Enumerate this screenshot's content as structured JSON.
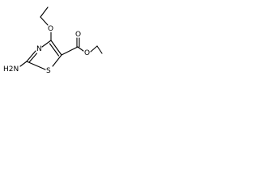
{
  "molecule": {
    "atoms": {
      "ring_s": "S",
      "ring_n": "N",
      "ether_o": "O",
      "carbonyl_o": "O",
      "ester_o": "O",
      "amino": "H2N"
    }
  },
  "colors": {
    "bond": "#000000",
    "background": "#ffffff"
  }
}
